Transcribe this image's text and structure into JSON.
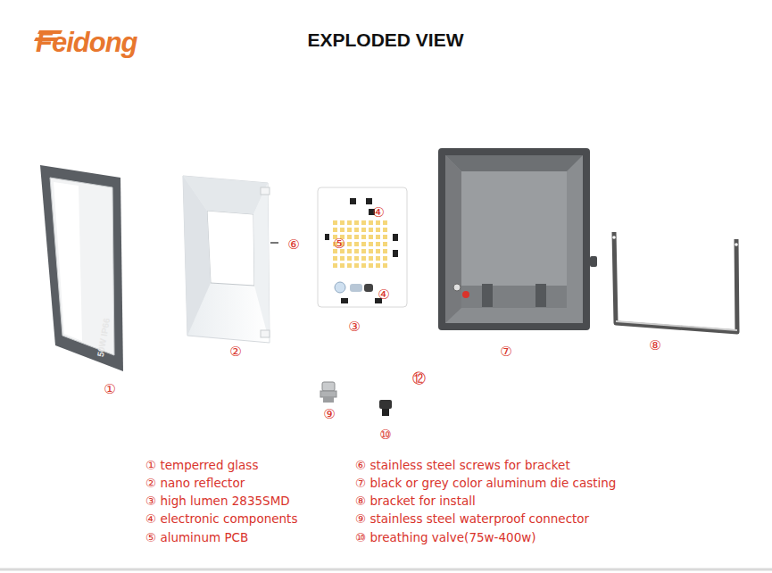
{
  "diagram": {
    "title": "EXPLODED VIEW",
    "labels": [
      "Feidong",
      "50W IP66",
      "④",
      "⑤",
      "⑥",
      "④",
      "①",
      "②",
      "③",
      "⑦",
      "⑧",
      "⑫",
      "⑨",
      "⑩",
      "① temperred glass",
      "② nano reflector",
      "③ high lumen 2835SMD",
      "④ electronic components",
      "⑤ aluminum PCB",
      "⑥ stainless steel screws for bracket",
      "⑦ black or grey color aluminum die casting",
      "⑧ bracket for install",
      "⑨ stainless steel waterproof connector",
      "⑩ breathing valve(75w-400w)"
    ]
  }
}
